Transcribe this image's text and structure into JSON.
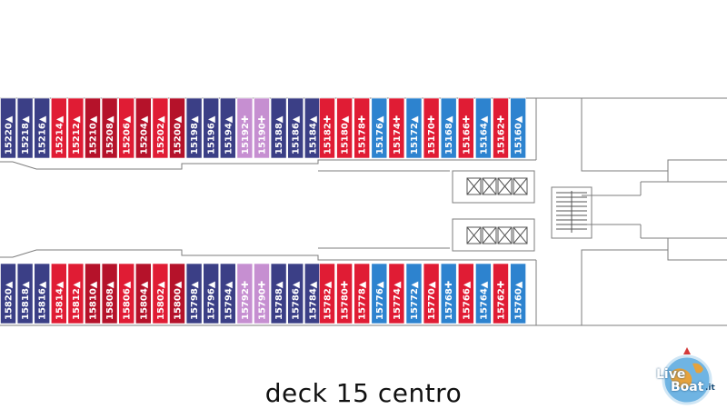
{
  "caption": "deck 15 centro",
  "logo": {
    "word1": "Live",
    "word2": "Boat",
    "suffix": ".it"
  },
  "colors": {
    "navy": "#3b3f86",
    "red": "#e01c34",
    "darkred": "#b5122a",
    "lilac": "#c68fd1",
    "blue": "#2d83cf",
    "outline": "#7d7d7d"
  },
  "upper_row": [
    {
      "num": "15220",
      "sym": "▲",
      "color": "navy"
    },
    {
      "num": "15218",
      "sym": "▲",
      "color": "navy"
    },
    {
      "num": "15216",
      "sym": "▲",
      "color": "navy"
    },
    {
      "num": "15214",
      "sym": "▲",
      "color": "red"
    },
    {
      "num": "15212",
      "sym": "▲",
      "color": "red"
    },
    {
      "num": "15210",
      "sym": "▲",
      "color": "darkred"
    },
    {
      "num": "15208",
      "sym": "▲",
      "color": "darkred"
    },
    {
      "num": "15206",
      "sym": "▲",
      "color": "red"
    },
    {
      "num": "15204",
      "sym": "▲",
      "color": "darkred"
    },
    {
      "num": "15202",
      "sym": "▲",
      "color": "red"
    },
    {
      "num": "15200",
      "sym": "▲",
      "color": "darkred"
    },
    {
      "num": "15198",
      "sym": "▲",
      "color": "navy"
    },
    {
      "num": "15196",
      "sym": "▲",
      "color": "navy"
    },
    {
      "num": "15194",
      "sym": "▲",
      "color": "navy"
    },
    {
      "num": "15192",
      "sym": "✚",
      "color": "lilac"
    },
    {
      "num": "15190",
      "sym": "✚",
      "color": "lilac"
    },
    {
      "num": "15188",
      "sym": "▲",
      "color": "navy"
    },
    {
      "num": "15186",
      "sym": "▲",
      "color": "navy"
    },
    {
      "num": "15184",
      "sym": "▲",
      "color": "navy"
    },
    {
      "num": "15182",
      "sym": "✚",
      "color": "red"
    },
    {
      "num": "15180",
      "sym": "▲",
      "color": "red"
    },
    {
      "num": "15178",
      "sym": "✚",
      "color": "red"
    },
    {
      "num": "15176",
      "sym": "▲",
      "color": "blue"
    },
    {
      "num": "15174",
      "sym": "✚",
      "color": "red"
    },
    {
      "num": "15172",
      "sym": "▲",
      "color": "blue"
    },
    {
      "num": "15170",
      "sym": "✚",
      "color": "red"
    },
    {
      "num": "15168",
      "sym": "▲",
      "color": "blue"
    },
    {
      "num": "15166",
      "sym": "✚",
      "color": "red"
    },
    {
      "num": "15164",
      "sym": "▲",
      "color": "blue"
    },
    {
      "num": "15162",
      "sym": "✚",
      "color": "red"
    },
    {
      "num": "15160",
      "sym": "▲",
      "color": "blue"
    }
  ],
  "lower_row": [
    {
      "num": "15820",
      "sym": "▲",
      "color": "navy"
    },
    {
      "num": "15818",
      "sym": "▲",
      "color": "navy"
    },
    {
      "num": "15816",
      "sym": "▲",
      "color": "navy"
    },
    {
      "num": "15814",
      "sym": "▲",
      "color": "red"
    },
    {
      "num": "15812",
      "sym": "▲",
      "color": "red"
    },
    {
      "num": "15810",
      "sym": "▲",
      "color": "darkred"
    },
    {
      "num": "15808",
      "sym": "▲",
      "color": "darkred"
    },
    {
      "num": "15806",
      "sym": "▲",
      "color": "red"
    },
    {
      "num": "15804",
      "sym": "▲",
      "color": "darkred"
    },
    {
      "num": "15802",
      "sym": "▲",
      "color": "red"
    },
    {
      "num": "15800",
      "sym": "▲",
      "color": "darkred"
    },
    {
      "num": "15798",
      "sym": "▲",
      "color": "navy"
    },
    {
      "num": "15796",
      "sym": "▲",
      "color": "navy"
    },
    {
      "num": "15794",
      "sym": "▲",
      "color": "navy"
    },
    {
      "num": "15792",
      "sym": "✚",
      "color": "lilac"
    },
    {
      "num": "15790",
      "sym": "✚",
      "color": "lilac"
    },
    {
      "num": "15788",
      "sym": "▲",
      "color": "navy"
    },
    {
      "num": "15786",
      "sym": "▲",
      "color": "navy"
    },
    {
      "num": "15784",
      "sym": "▲",
      "color": "navy"
    },
    {
      "num": "15782",
      "sym": "▲",
      "color": "red"
    },
    {
      "num": "15780",
      "sym": "✚",
      "color": "red"
    },
    {
      "num": "15778",
      "sym": "▲",
      "color": "red"
    },
    {
      "num": "15776",
      "sym": "▲",
      "color": "blue"
    },
    {
      "num": "15774",
      "sym": "▲",
      "color": "red"
    },
    {
      "num": "15772",
      "sym": "▲",
      "color": "blue"
    },
    {
      "num": "15770",
      "sym": "▲",
      "color": "red"
    },
    {
      "num": "15768",
      "sym": "✚",
      "color": "blue"
    },
    {
      "num": "15766",
      "sym": "▲",
      "color": "red"
    },
    {
      "num": "15764",
      "sym": "▲",
      "color": "blue"
    },
    {
      "num": "15762",
      "sym": "✚",
      "color": "red"
    },
    {
      "num": "15760",
      "sym": "▲",
      "color": "blue"
    }
  ]
}
